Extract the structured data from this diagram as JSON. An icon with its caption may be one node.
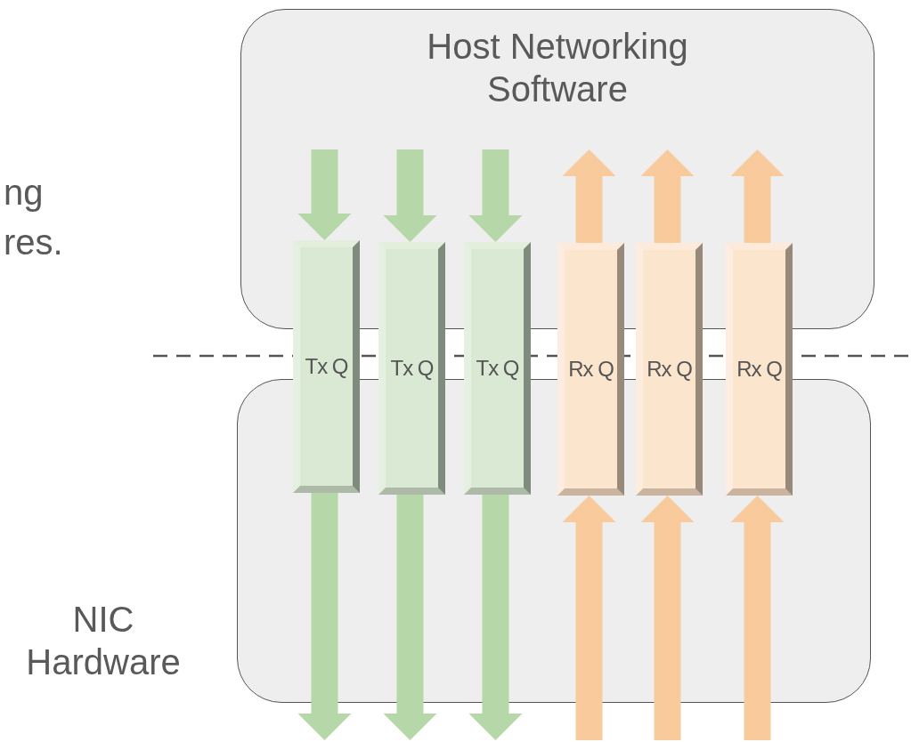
{
  "diagram": {
    "nodes": [
      {
        "text": [
          "Host Networking Software"
        ]
      },
      {
        "text": [
          "NIC Hardware"
        ]
      },
      {
        "text": [
          "Tx Q"
        ]
      },
      {
        "text": [
          "Tx Q"
        ]
      },
      {
        "text": [
          "Tx Q"
        ]
      },
      {
        "text": [
          "Rx Q"
        ]
      },
      {
        "text": [
          "Rx Q"
        ]
      },
      {
        "text": [
          "Rx Q"
        ]
      }
    ],
    "edges": [
      {
        "from": 0,
        "to": 2,
        "arrow": "to",
        "color": "#b6d7a8"
      },
      {
        "from": 0,
        "to": 3,
        "arrow": "to",
        "color": "#b6d7a8"
      },
      {
        "from": 0,
        "to": 4,
        "arrow": "to",
        "color": "#b6d7a8"
      },
      {
        "from": 5,
        "to": 0,
        "arrow": "to",
        "color": "#f9cb9c"
      },
      {
        "from": 6,
        "to": 0,
        "arrow": "to",
        "color": "#f9cb9c"
      },
      {
        "from": 7,
        "to": 0,
        "arrow": "to",
        "color": "#f9cb9c"
      },
      {
        "from": 2,
        "to": 1,
        "arrow": "to",
        "color": "#b6d7a8"
      },
      {
        "from": 3,
        "to": 1,
        "arrow": "to",
        "color": "#b6d7a8"
      },
      {
        "from": 4,
        "to": 1,
        "arrow": "to",
        "color": "#b6d7a8"
      },
      {
        "from": null,
        "to": 5,
        "arrow": "to",
        "color": "#f9cb9c"
      },
      {
        "from": null,
        "to": 6,
        "arrow": "to",
        "color": "#f9cb9c"
      },
      {
        "from": null,
        "to": 7,
        "arrow": "to",
        "color": "#f9cb9c"
      }
    ],
    "labels": [
      "ng",
      "res."
    ]
  }
}
